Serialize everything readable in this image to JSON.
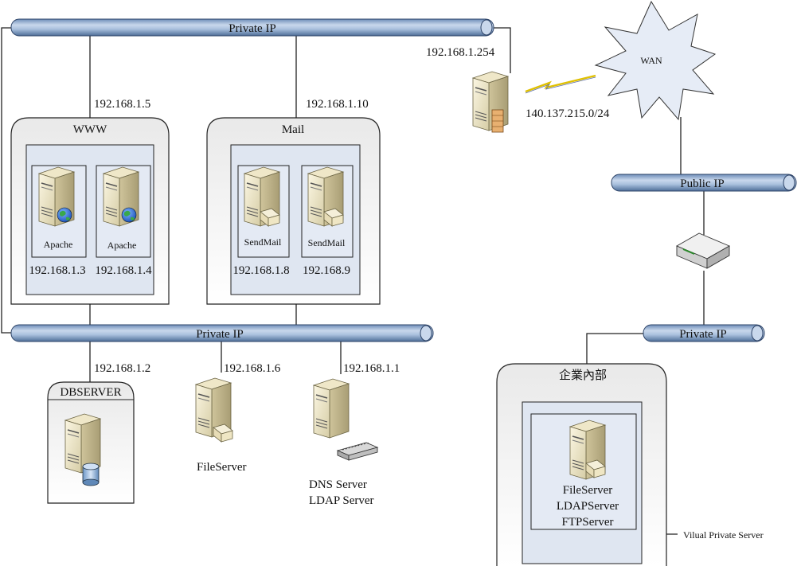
{
  "buses": {
    "top": "Private IP",
    "middle": "Private IP",
    "public": "Public IP",
    "right_private": "Private IP"
  },
  "wan": "WAN",
  "router": {
    "inner_ip": "192.168.1.254",
    "outer_ip": "140.137.215.0/24"
  },
  "www": {
    "title": "WWW",
    "uplink_ip": "192.168.1.5",
    "servers": [
      {
        "label": "Apache",
        "ip": "192.168.1.3"
      },
      {
        "label": "Apache",
        "ip": "192.168.1.4"
      }
    ]
  },
  "mail": {
    "title": "Mail",
    "uplink_ip": "192.168.1.10",
    "servers": [
      {
        "label": "SendMail",
        "ip": "192.168.1.8"
      },
      {
        "label": "SendMail",
        "ip": "192.168.9"
      }
    ]
  },
  "dbserver": {
    "title": "DBSERVER",
    "ip": "192.168.1.2"
  },
  "fileserver": {
    "label": "FileServer",
    "ip": "192.168.1.6"
  },
  "dns": {
    "ip": "192.168.1.1",
    "label_line1": "DNS Server",
    "label_line2": "LDAP Server"
  },
  "enterprise": {
    "title": "企業內部",
    "services": [
      "FileServer",
      "LDAPServer",
      "FTPServer"
    ],
    "vps_label": "Vilual Private Server"
  },
  "colors": {
    "bus": "#b8cce4",
    "bus_dark": "#4f6f98",
    "panel": "#dfe6f1",
    "server": "#e8e1c5"
  }
}
